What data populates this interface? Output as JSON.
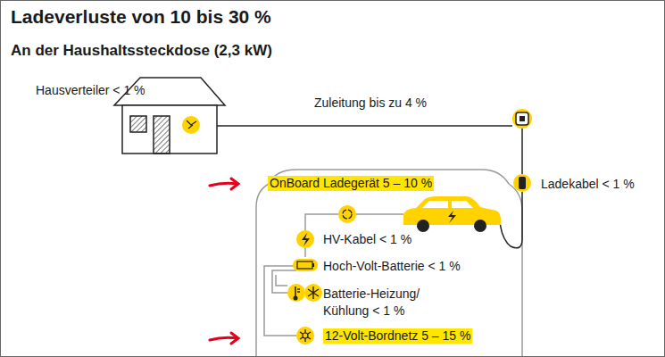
{
  "diagram": {
    "title": "Ladeverluste von 10 bis 30 %",
    "nodes": [
      {
        "text": [
          "OnBoard Ladegerät 5 – 10 %",
          "HV-Kabel < 1 %",
          "Hoch-Volt-Batterie < 1 %",
          "Batterie-Heizung/ Kühlung < 1 %",
          "12-Volt-Bordnetz 5 – 15 %"
        ]
      }
    ],
    "labels": [
      "An der Haushaltssteckdose (2,3 kW)",
      "Hausverteiler < 1 %",
      "Zuleitung bis zu 4 %",
      "Ladekabel < 1 %"
    ]
  }
}
